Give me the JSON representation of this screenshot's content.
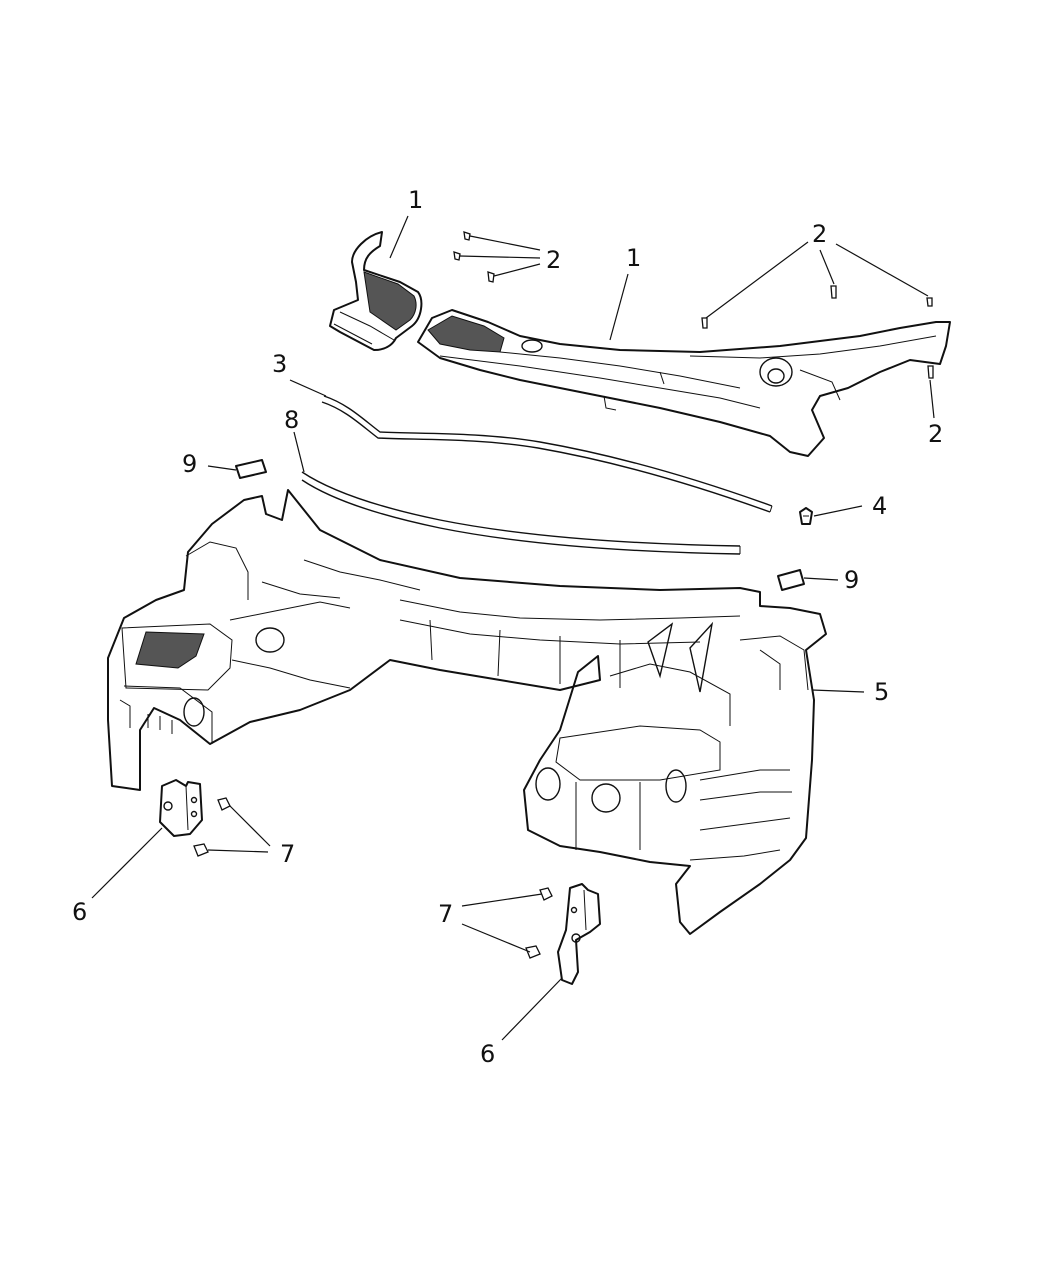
{
  "callouts": {
    "c1_left": "1",
    "c1_right": "1",
    "c2_mid": "2",
    "c2_top_right": "2",
    "c2_lower_right": "2",
    "c3": "3",
    "c4": "4",
    "c5": "5",
    "c6_left": "6",
    "c6_bottom": "6",
    "c7_left": "7",
    "c7_bottom": "7",
    "c8": "8",
    "c9_left": "9",
    "c9_right": "9"
  },
  "icons": {
    "cowl_panel": "cowl-panel-icon",
    "screw": "screw-icon",
    "weatherstrip": "weatherstrip-icon",
    "clip": "clip-icon",
    "plenum": "plenum-icon",
    "bracket": "bracket-icon",
    "bolt": "bolt-icon",
    "seal": "seal-icon",
    "pad": "pad-icon"
  },
  "colors": {
    "line": "#111111",
    "background": "#ffffff"
  }
}
